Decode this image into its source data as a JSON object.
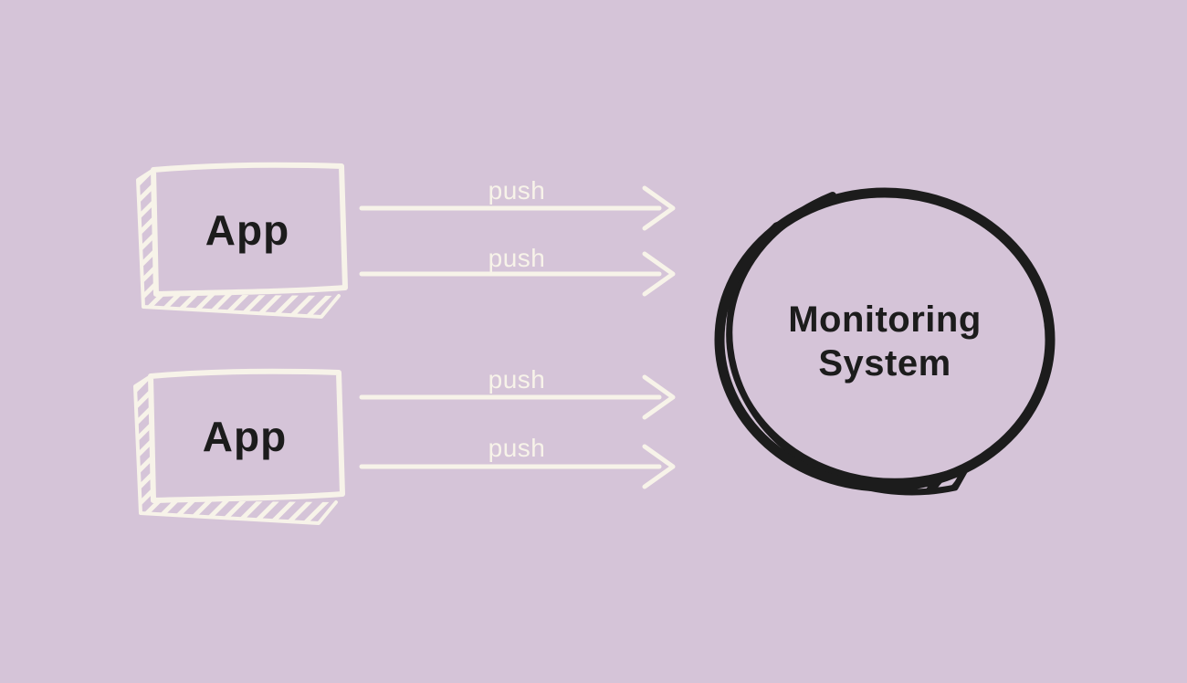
{
  "diagram": {
    "colors": {
      "background": "#d5c4d8",
      "sketch_cream": "#f7f3e9",
      "ink_black": "#1c1c1c"
    },
    "nodes": {
      "app1": {
        "label": "App"
      },
      "app2": {
        "label": "App"
      },
      "monitoring": {
        "line1": "Monitoring",
        "line2": "System"
      }
    },
    "arrows": [
      {
        "label": "push"
      },
      {
        "label": "push"
      },
      {
        "label": "push"
      },
      {
        "label": "push"
      }
    ]
  }
}
